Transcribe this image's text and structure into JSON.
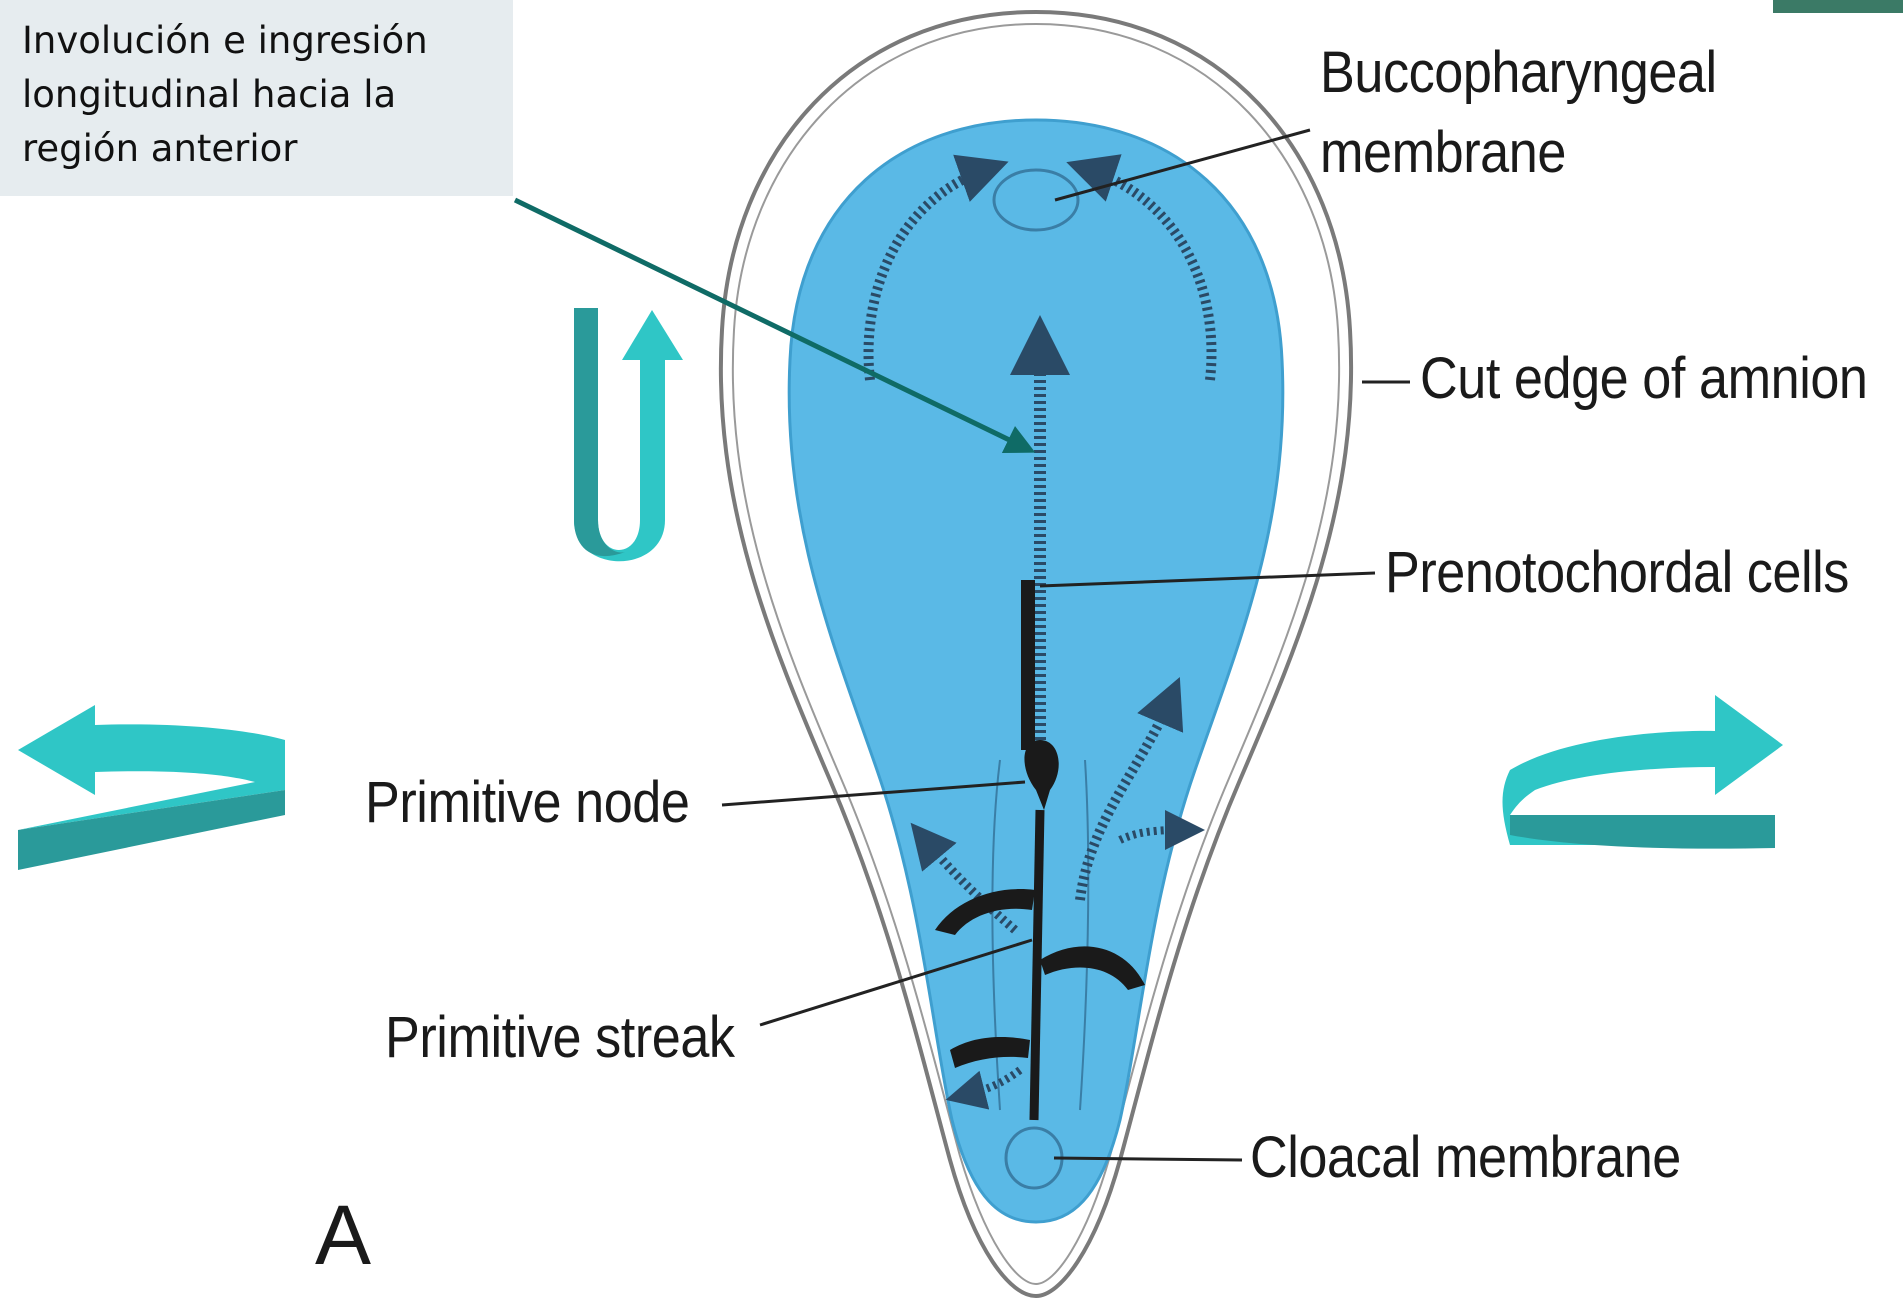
{
  "callout": {
    "lines": [
      "Involución e ingresión",
      "longitudinal hacia la",
      "región anterior"
    ]
  },
  "labels": {
    "buccopharyngeal_line1": "Buccopharyngeal",
    "buccopharyngeal_line2": "membrane",
    "cut_edge": "Cut edge of amnion",
    "prenotochordal": "Prenotochordal cells",
    "primitive_node": "Primitive node",
    "primitive_streak": "Primitive streak",
    "cloacal": "Cloacal membrane",
    "panel_letter": "A"
  },
  "colors": {
    "embryo_fill": "#5ab9e6",
    "arrow_teal": "#2fc6c6",
    "arrow_teal_dark": "#2a9a9a",
    "pointer_arrow": "#0f6b66",
    "callout_bg": "#e6ecef",
    "corner_tab": "#3b7a66"
  },
  "icons": [
    "rotation-arrow-icon",
    "curved-arrow-icon",
    "pointer-arrow-icon"
  ]
}
